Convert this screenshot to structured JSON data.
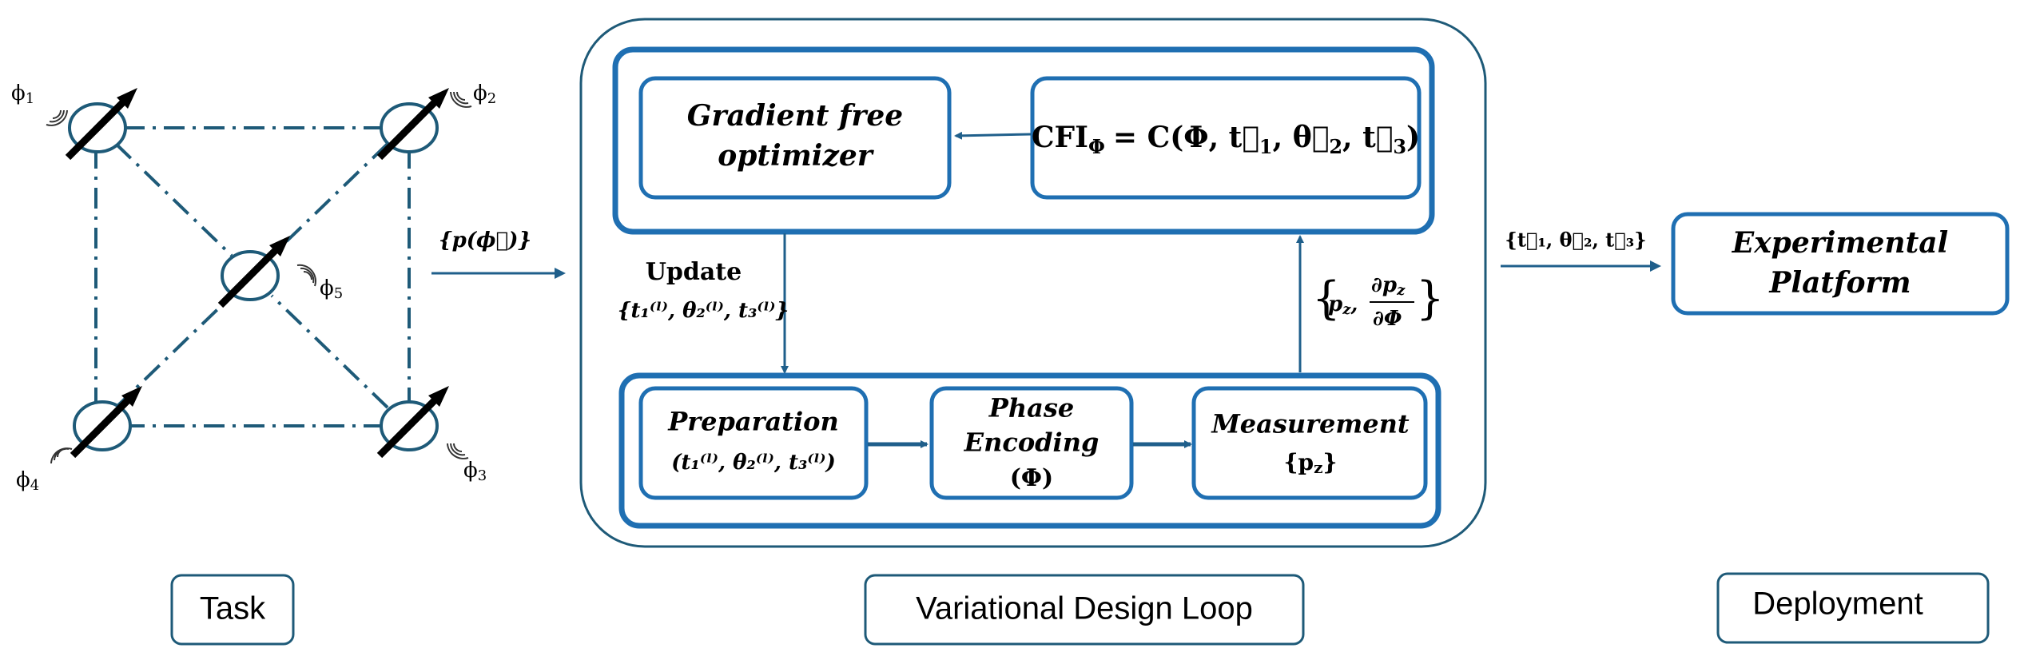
{
  "colors": {
    "primary": "#1f6fb2",
    "dark_teal": "#1e5a78",
    "black": "#000000",
    "background": "#ffffff"
  },
  "task": {
    "nodes": [
      {
        "label": "ϕ",
        "sub": "1"
      },
      {
        "label": "ϕ",
        "sub": "2"
      },
      {
        "label": "ϕ",
        "sub": "3"
      },
      {
        "label": "ϕ",
        "sub": "4"
      },
      {
        "label": "ϕ",
        "sub": "5"
      }
    ],
    "arrow_label": "{p(ϕ⃗)}",
    "caption": "Task"
  },
  "loop": {
    "optimizer": {
      "line1": "Gradient free",
      "line2": "optimizer"
    },
    "cfi": {
      "main": "CFI",
      "sub": "Φ",
      "rhs": "= C(Φ, t⃗",
      "t1sub": "1",
      "mid": ", θ⃗",
      "t2sub": "2",
      "mid2": ", t⃗",
      "t3sub": "3",
      "end": ")"
    },
    "update": {
      "title": "Update",
      "params": "{t₁⁽ˡ⁾, θ₂⁽ˡ⁾, t₃⁽ˡ⁾}"
    },
    "feedback": {
      "p": "p",
      "psub": "z",
      "num": "∂p",
      "numsub": "z",
      "den": "∂Φ"
    },
    "preparation": {
      "title": "Preparation",
      "params": "(t₁⁽ˡ⁾, θ₂⁽ˡ⁾, t₃⁽ˡ⁾)"
    },
    "phase": {
      "line1": "Phase",
      "line2": "Encoding",
      "line3": "(Φ)"
    },
    "measurement": {
      "title": "Measurement",
      "result": "{p",
      "rsub": "z",
      "rend": "}"
    },
    "caption": "Variational Design Loop"
  },
  "deployment": {
    "params": "{t⃗₁, θ⃗₂, t⃗₃}",
    "platform": {
      "line1": "Experimental",
      "line2": "Platform"
    },
    "caption": "Deployment"
  }
}
